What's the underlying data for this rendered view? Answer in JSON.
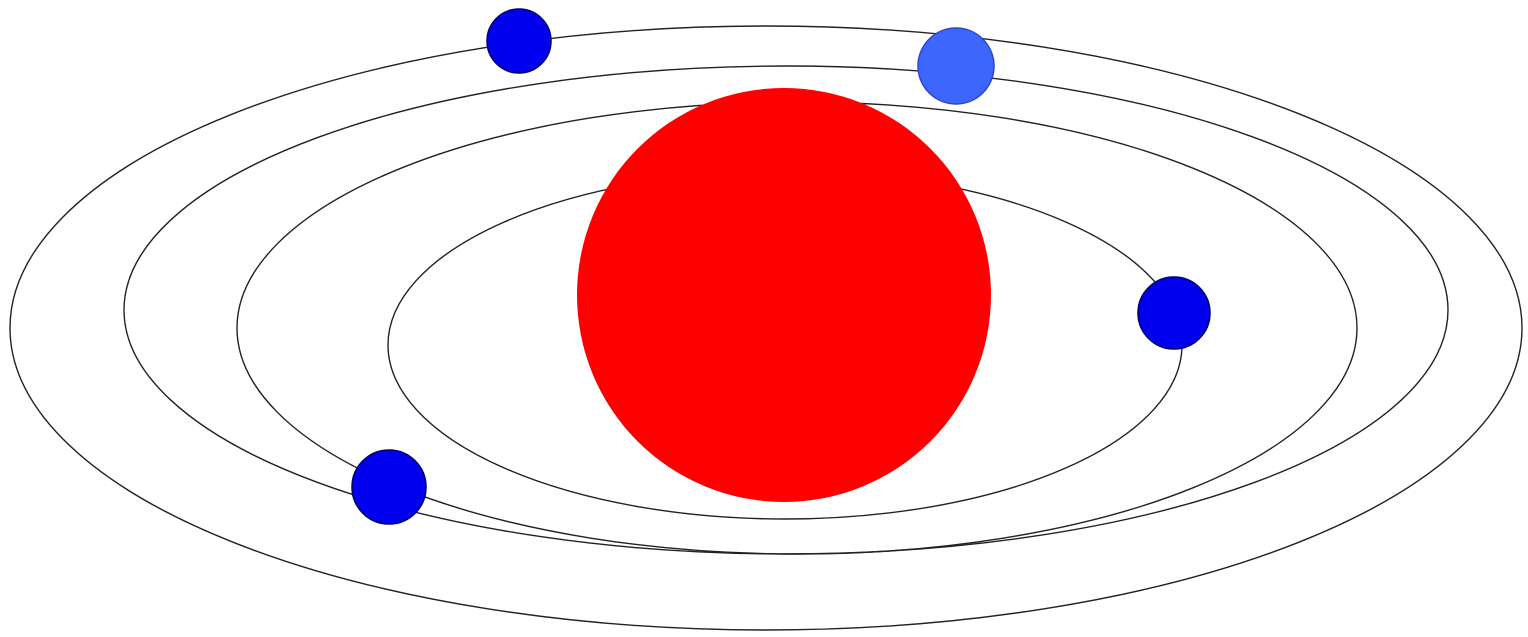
{
  "diagram": {
    "background_color": "#ffffff",
    "orbit_stroke_color": "#222222",
    "sun": {
      "fill_color": "#ff0000"
    },
    "planets": [
      {
        "id": "planet-top-left",
        "fill_color": "#0000ee",
        "stroke_color": "#00006a"
      },
      {
        "id": "planet-top-right",
        "fill_color": "#3d66ff",
        "stroke_color": "#2d46c9"
      },
      {
        "id": "planet-right",
        "fill_color": "#0000ee",
        "stroke_color": "#00006a"
      },
      {
        "id": "planet-bottom-left",
        "fill_color": "#0000ee",
        "stroke_color": "#00006a"
      }
    ]
  }
}
